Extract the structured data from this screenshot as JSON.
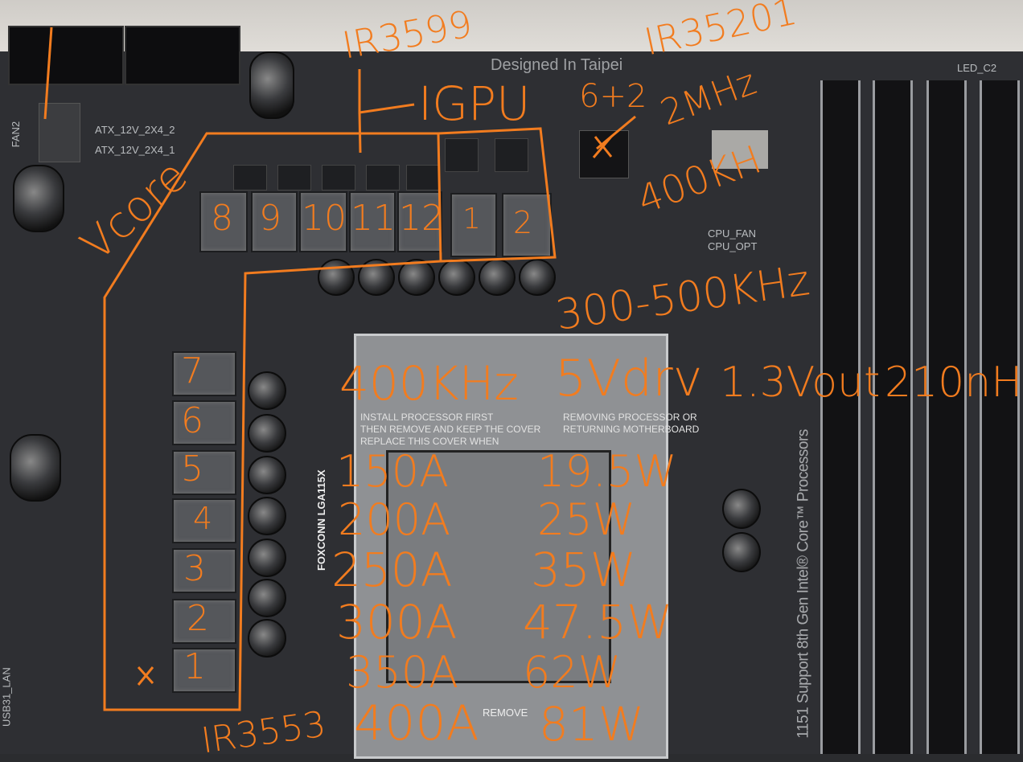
{
  "board_labels": {
    "designed_in": "Designed In Taipei",
    "atx2": "ATX_12V_2X4_2",
    "atx1": "ATX_12V_2X4_1",
    "fan2": "FAN2",
    "cpu_fan": "CPU_FAN",
    "cpu_opt": "CPU_OPT",
    "led": "LED_C2",
    "support": "1151 Support 8th Gen Intel® Core™ Processors",
    "usb_lan": "USB31_LAN",
    "socket_brand": "FOXCONN LGA115X",
    "cover_text_1": "INSTALL PROCESSOR FIRST",
    "cover_text_2": "THEN REMOVE AND KEEP THE COVER",
    "cover_text_3": "REPLACE THIS COVER WHEN",
    "cover_text_4": "REMOVING PROCESSOR OR",
    "cover_text_5": "RETURNING MOTHERBOARD",
    "remove": "REMOVE"
  },
  "annotations": {
    "ir3599": "IR3599",
    "igpu": "IGPU",
    "ir35201": "IR35201",
    "phase_config": "6+2",
    "freq_controller": "2MHz",
    "freq_400": "400KH",
    "freq_range": "300-500KHz",
    "vcore": "Vcore",
    "ir3553": "IR3553",
    "spec_freq": "400KHz",
    "spec_drv": "5Vdrv",
    "spec_vout": "1.3Vout",
    "spec_inductor": "210nH",
    "top_phases": [
      "8",
      "9",
      "10",
      "11",
      "12",
      "1",
      "2"
    ],
    "left_phases": [
      "7",
      "6",
      "5",
      "4",
      "3",
      "2",
      "1"
    ],
    "loss_table": [
      {
        "current": "150A",
        "loss": "19.5W"
      },
      {
        "current": "200A",
        "loss": "25W"
      },
      {
        "current": "250A",
        "loss": "35W"
      },
      {
        "current": "300A",
        "loss": "47.5W"
      },
      {
        "current": "350A",
        "loss": "62W"
      },
      {
        "current": "400A",
        "loss": "81W"
      }
    ]
  },
  "colors": {
    "annotation": "#f27c1f",
    "pcb": "#2e2f33"
  }
}
